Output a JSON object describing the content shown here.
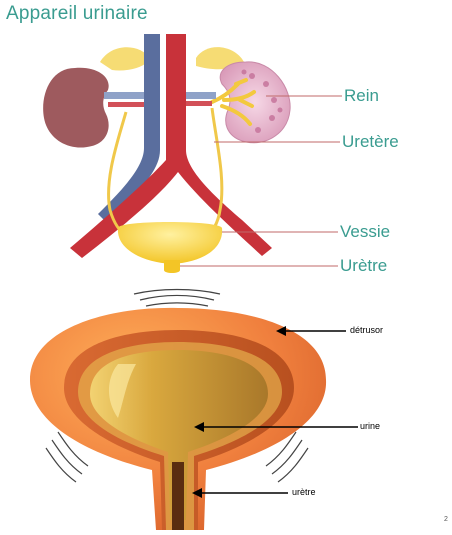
{
  "title": "Appareil urinaire",
  "urinary_labels": {
    "rein": "Rein",
    "uretere": "Uretère",
    "vessie": "Vessie",
    "uretre": "Urètre"
  },
  "bladder_labels": {
    "detrusor": "détrusor",
    "urine": "urine",
    "uretre": "urètre"
  },
  "page_number": "2",
  "colors": {
    "title": "#3a9c90",
    "artery": "#c8323a",
    "vein": "#5a6e9e",
    "kidney_left": "#9e5a5e",
    "kidney_right": "#e7c0d2",
    "adrenal": "#f6dc74",
    "ureter": "#f0c84a",
    "bladder": "#f8d238",
    "detrusor_outer": "#f08440",
    "urine": "#c99a2a",
    "leader_line": "#c06a6a"
  }
}
